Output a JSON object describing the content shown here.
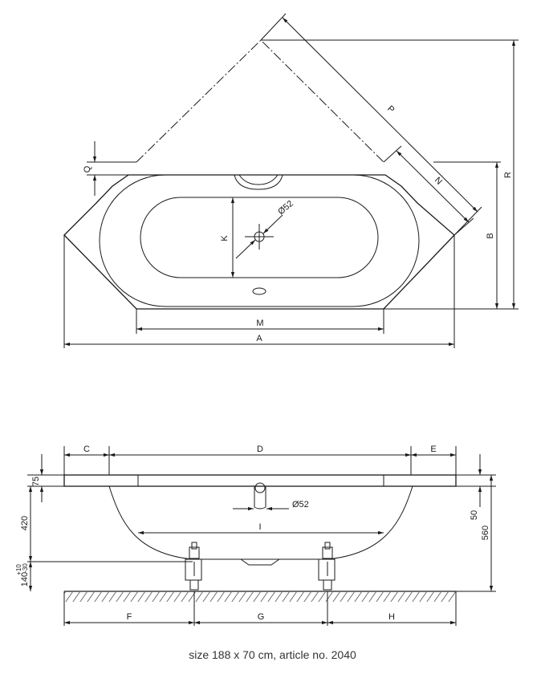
{
  "top_view": {
    "labels": {
      "A": "A",
      "M": "M",
      "K": "K",
      "B": "B",
      "R": "R",
      "P": "P",
      "N": "N",
      "Q": "Q",
      "drain": "Ø52"
    }
  },
  "side_view": {
    "labels": {
      "C": "C",
      "D": "D",
      "E": "E",
      "F": "F",
      "G": "G",
      "H": "H",
      "I": "I",
      "drain": "Ø52"
    },
    "dimensions": {
      "rim": "75",
      "depth": "420",
      "overflow": "50",
      "height": "560",
      "feet": "140",
      "adjust": "-30",
      "adjust_plus": "+10"
    }
  },
  "caption": "size 188 x 70 cm, article no. 2040",
  "colors": {
    "line": "#1a1a1a",
    "caption": "#333333",
    "hatch": "#555555"
  }
}
